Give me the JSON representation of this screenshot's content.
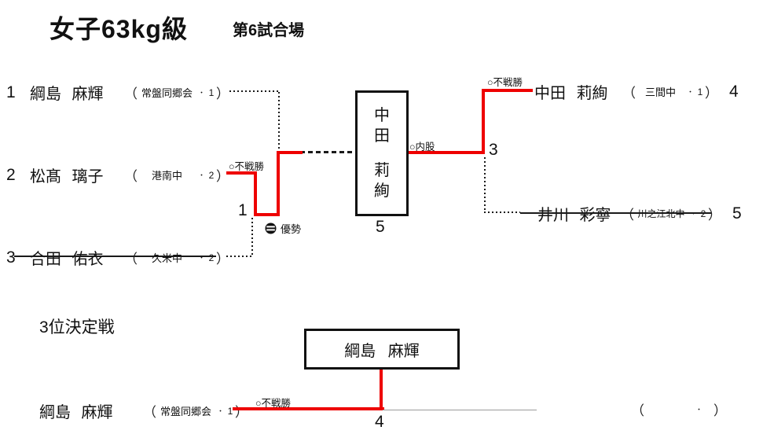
{
  "header": {
    "title": "女子63kg級",
    "venue": "第6試合場"
  },
  "glyphs": {
    "open": "（",
    "close": "）",
    "sep": "・"
  },
  "entries": [
    {
      "draw": "1",
      "name": "綱島 麻輝",
      "club": "常盤同郷会",
      "seed": "1",
      "withdrawn": false
    },
    {
      "draw": "2",
      "name": "松髙 璃子",
      "club": "港南中",
      "seed": "2",
      "withdrawn": false
    },
    {
      "draw": "3",
      "name": "合田 佑衣",
      "club": "久米中",
      "seed": "2",
      "withdrawn": true
    },
    {
      "draw": "4",
      "name": "中田 莉絢",
      "club": "三間中",
      "seed": "1",
      "withdrawn": false
    },
    {
      "draw": "5",
      "name": "井川 彩寧",
      "club": "川之江北中",
      "seed": "2",
      "withdrawn": true
    }
  ],
  "results": {
    "match1": "○不戦勝",
    "semifinal": "優勢",
    "match3": "○不戦勝",
    "final": "○内股",
    "third_place": "○不戦勝"
  },
  "match_numbers": {
    "match1": "1",
    "match3": "3",
    "third_place": "4",
    "final": "5"
  },
  "champion": {
    "surname": "中田",
    "given": "莉絢"
  },
  "third_place": {
    "heading": "3位決定戦",
    "winner": "綱島 麻輝",
    "entry": {
      "name": "綱島 麻輝",
      "club": "常盤同郷会",
      "seed": "1"
    },
    "empty": {
      "club": "",
      "seed": ""
    }
  },
  "colors": {
    "win_line": "#ee0000",
    "line": "#1a1a1a",
    "gray_line": "#9b9b9b"
  }
}
